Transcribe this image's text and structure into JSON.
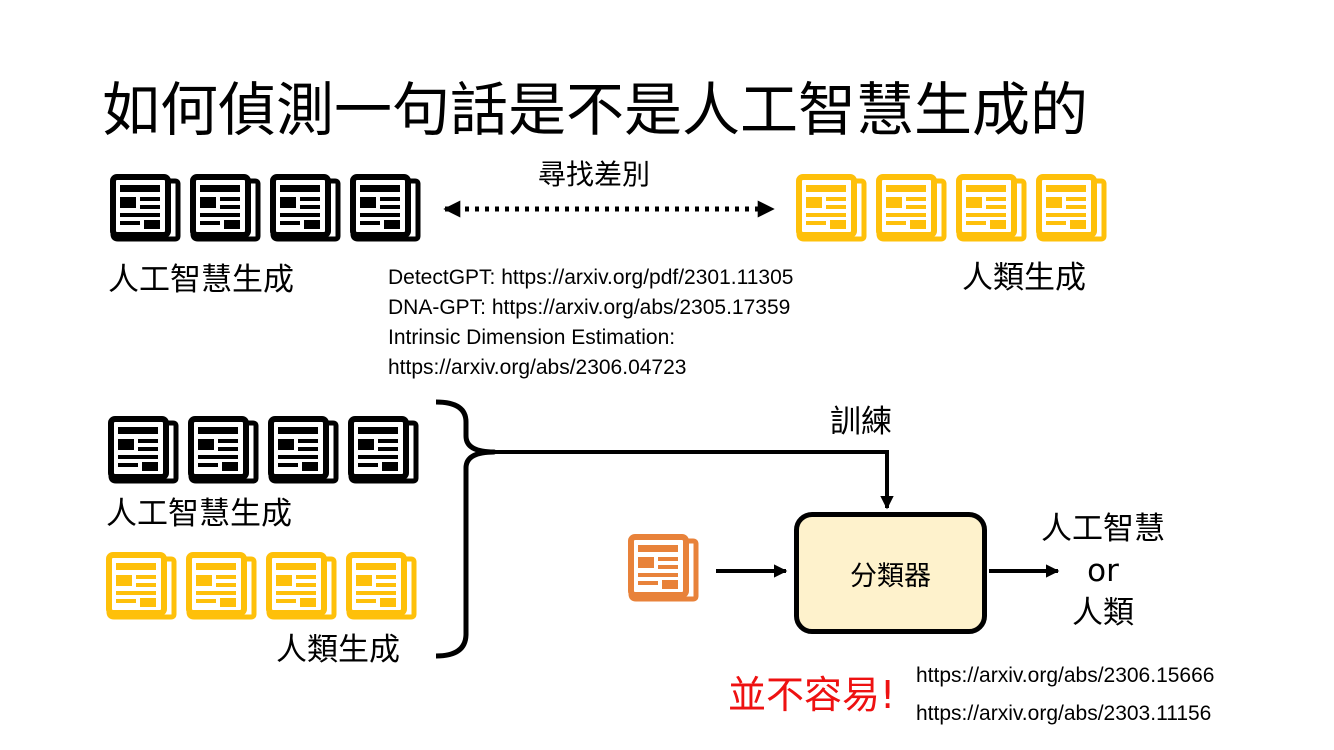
{
  "title": "如何偵測一句話是不是人工智慧生成的",
  "top": {
    "arrow_label": "尋找差別",
    "ai_label": "人工智慧生成",
    "human_label": "人類生成",
    "references": [
      "DetectGPT: https://arxiv.org/pdf/2301.11305",
      "DNA-GPT: https://arxiv.org/abs/2305.17359",
      "Intrinsic Dimension Estimation:",
      "https://arxiv.org/abs/2306.04723"
    ]
  },
  "bottom": {
    "ai_label": "人工智慧生成",
    "human_label": "人類生成",
    "train_label": "訓練",
    "classifier_label": "分類器",
    "output": {
      "line1": "人工智慧",
      "line2": "or",
      "line3": "人類"
    },
    "warning": "並不容易!",
    "references": [
      "https://arxiv.org/abs/2306.15666",
      "https://arxiv.org/abs/2303.11156"
    ]
  },
  "colors": {
    "ai": "#000000",
    "human": "#fec00a",
    "input": "#e8823a",
    "classifier_fill": "#fef2cc",
    "warning": "#ee1111"
  },
  "icons": {
    "document": "newspaper-icon"
  }
}
